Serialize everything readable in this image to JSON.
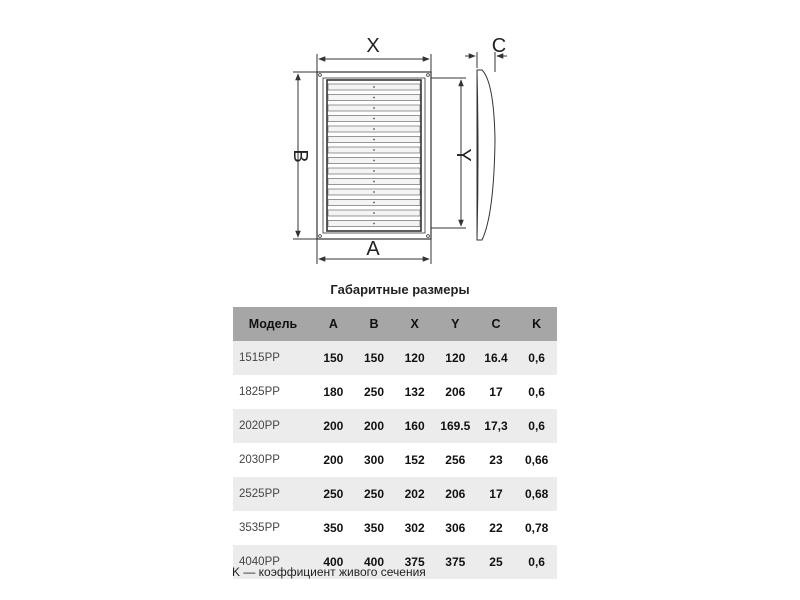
{
  "drawing": {
    "labels": {
      "x": "X",
      "y": "Y",
      "a": "A",
      "b": "B",
      "c": "C"
    },
    "line_color": "#333333"
  },
  "caption": "Габаритные размеры",
  "table": {
    "headers": [
      "Модель",
      "A",
      "B",
      "X",
      "Y",
      "C",
      "K"
    ],
    "rows": [
      [
        "1515PP",
        "150",
        "150",
        "120",
        "120",
        "16.4",
        "0,6"
      ],
      [
        "1825PP",
        "180",
        "250",
        "132",
        "206",
        "17",
        "0,6"
      ],
      [
        "2020PP",
        "200",
        "200",
        "160",
        "169.5",
        "17,3",
        "0,6"
      ],
      [
        "2030PP",
        "200",
        "300",
        "152",
        "256",
        "23",
        "0,66"
      ],
      [
        "2525PP",
        "250",
        "250",
        "202",
        "206",
        "17",
        "0,68"
      ],
      [
        "3535PP",
        "350",
        "350",
        "302",
        "306",
        "22",
        "0,78"
      ],
      [
        "4040PP",
        "400",
        "400",
        "375",
        "375",
        "25",
        "0,6"
      ]
    ],
    "header_bg": "#a6a6a6",
    "stripe_bg": "#ececec"
  },
  "footnote": "K — коэффициент живого сечения"
}
